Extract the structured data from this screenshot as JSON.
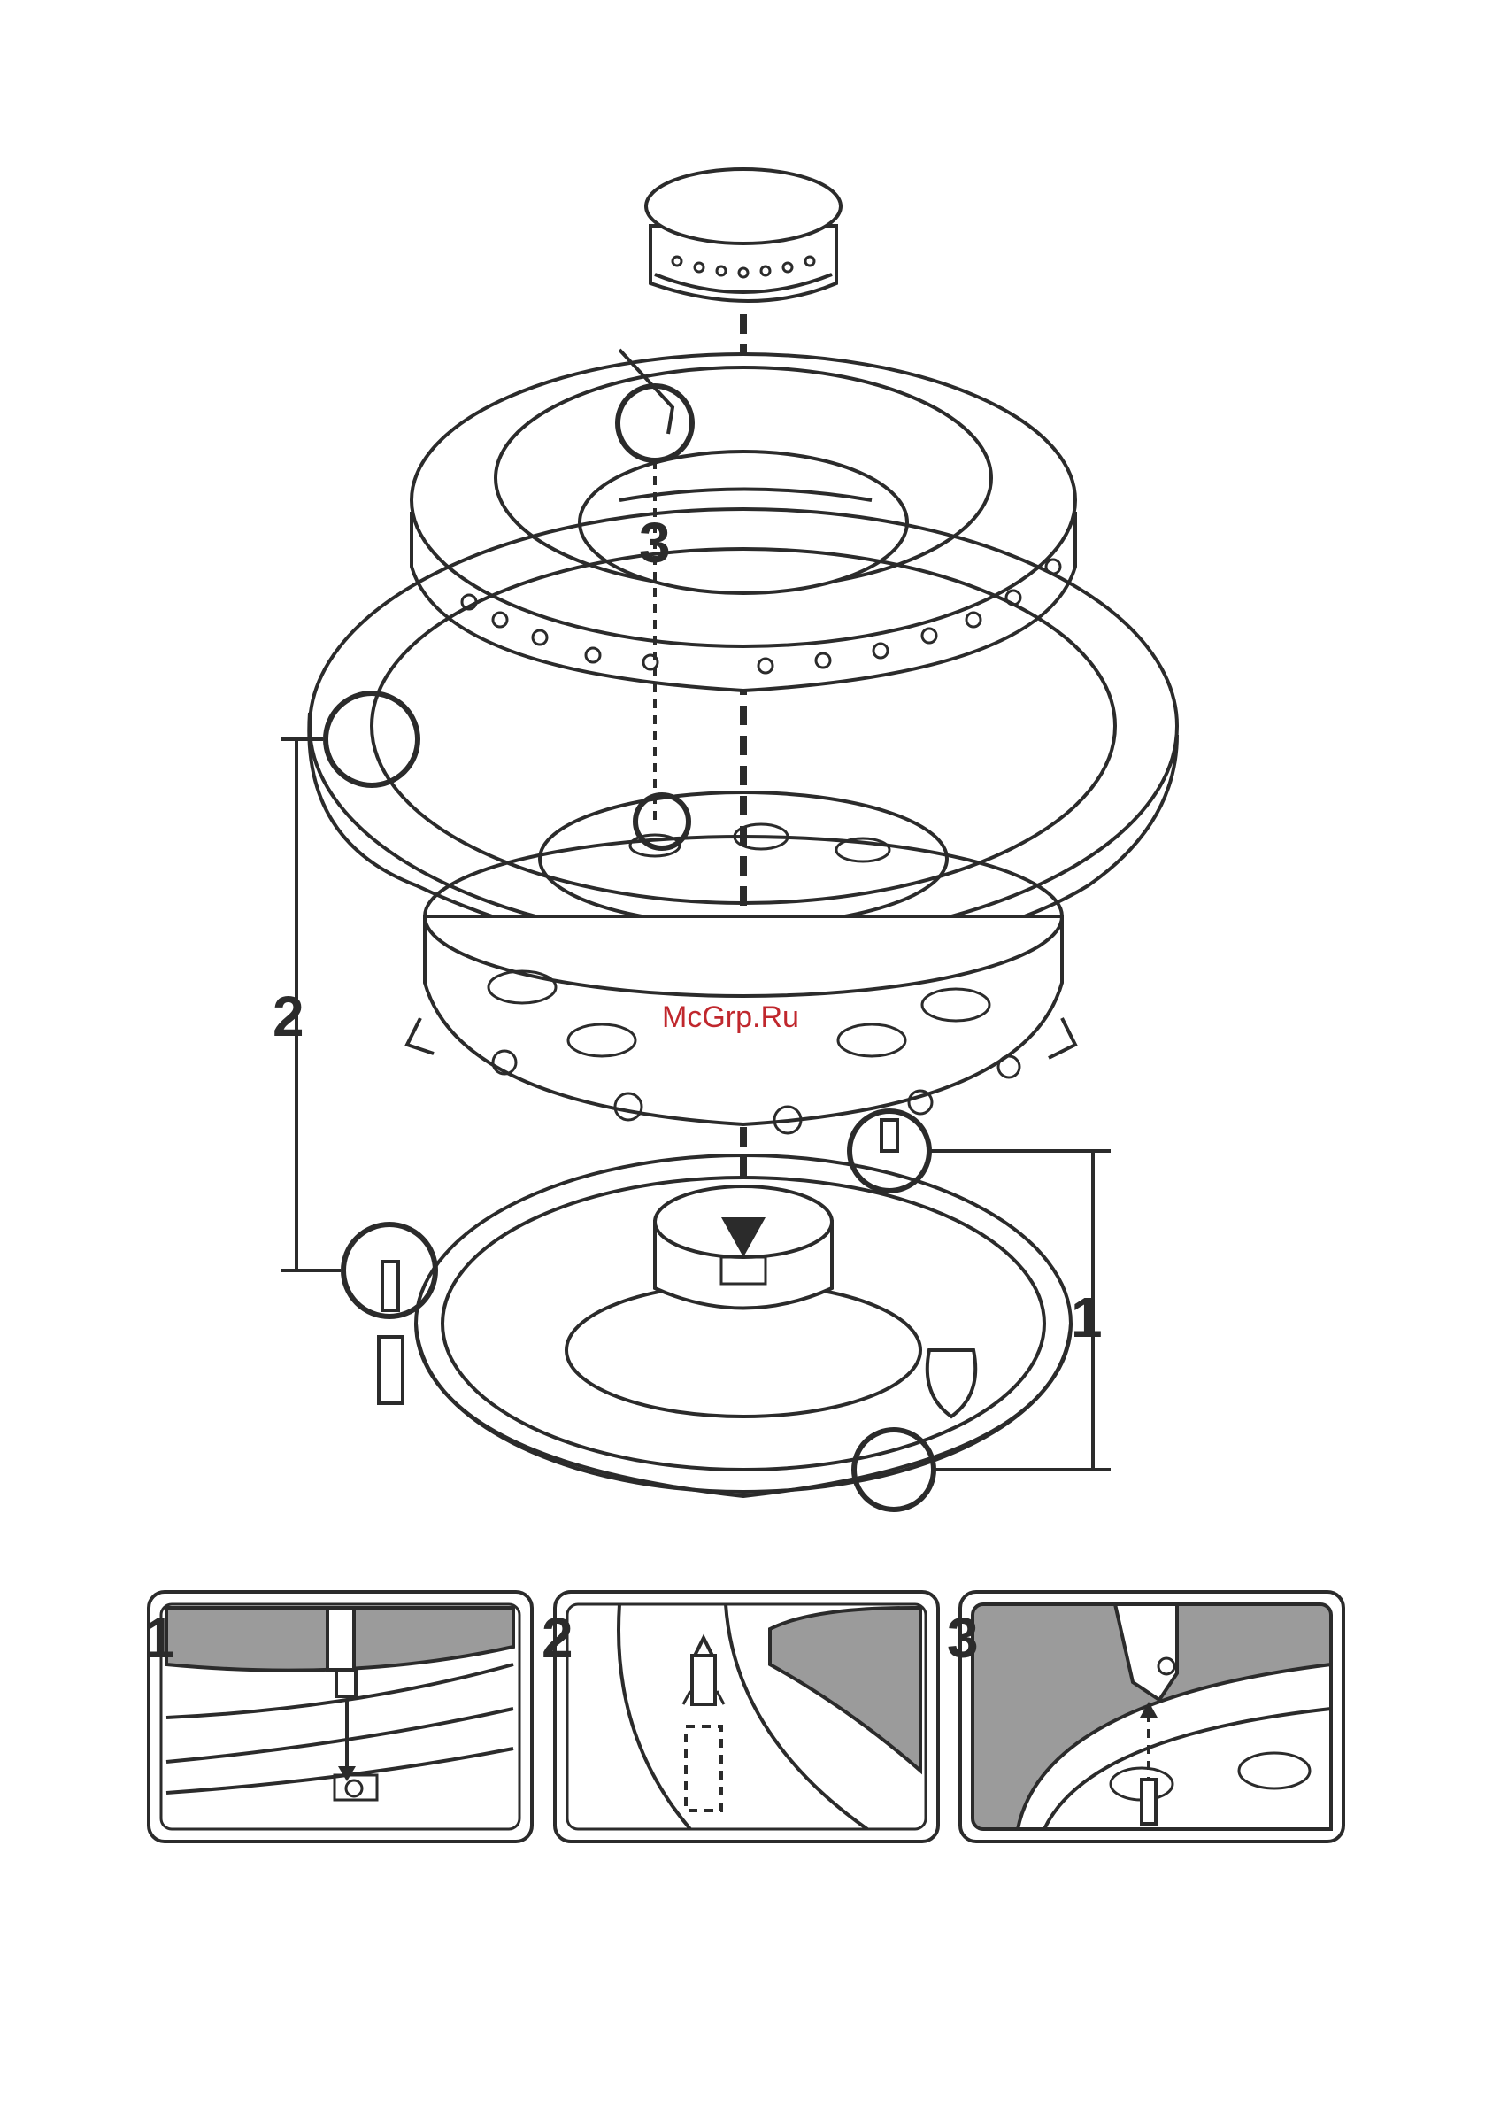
{
  "watermark": "McGrp.Ru",
  "callouts": {
    "label_1": "1",
    "label_2": "2",
    "label_3": "3"
  },
  "detail_panels": [
    {
      "number": "1"
    },
    {
      "number": "2"
    },
    {
      "number": "3"
    }
  ],
  "colors": {
    "line": "#2b2b2b",
    "watermark": "#c0272d",
    "panel_fill": "#9b9b9b",
    "background": "#ffffff"
  }
}
